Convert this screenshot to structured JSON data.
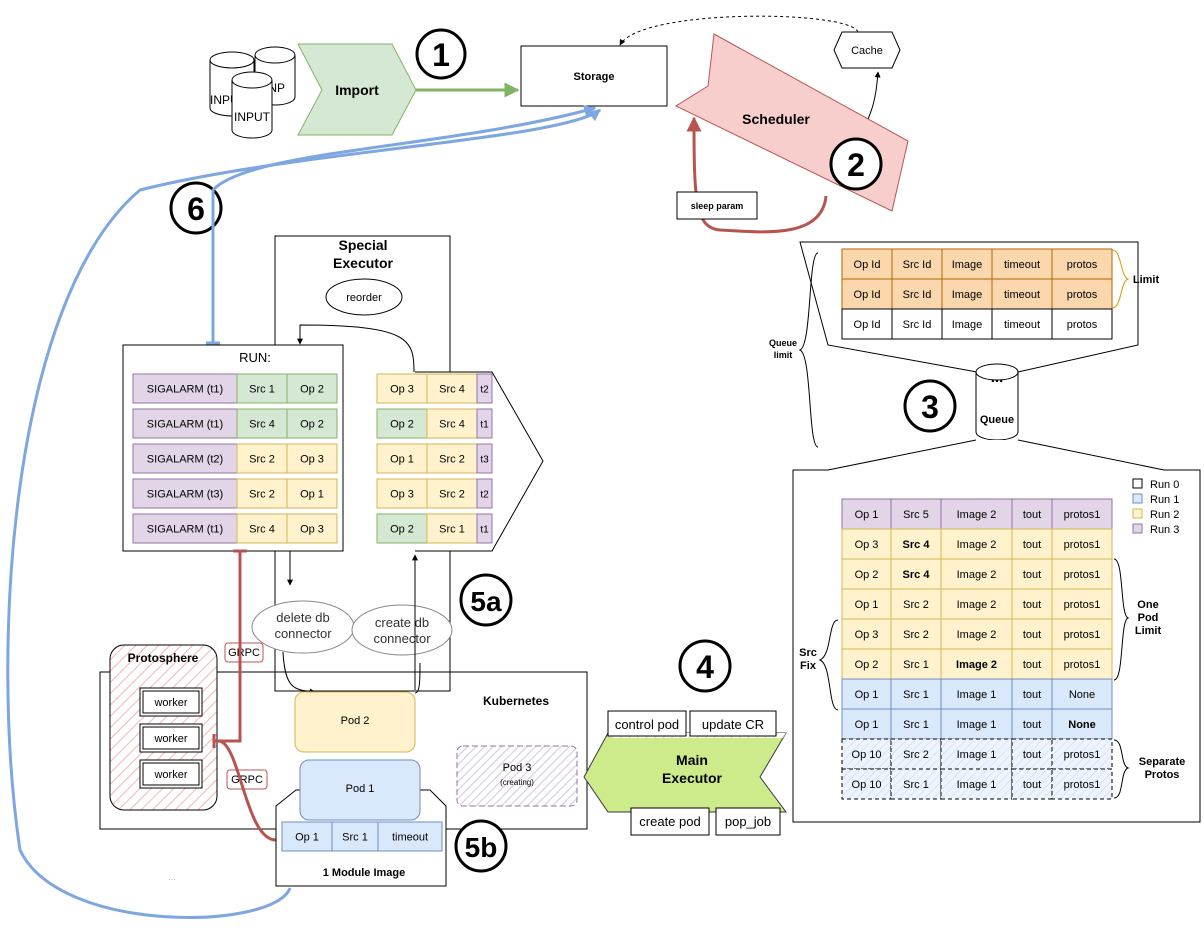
{
  "colors": {
    "green_fill": "#d5e8d4",
    "green_stroke": "#82b366",
    "purple_fill": "#e1d5e7",
    "purple_stroke": "#9673a6",
    "yellow_fill": "#fff2cc",
    "yellow_stroke": "#d6b656",
    "orange_fill": "#fad7ac",
    "orange_stroke": "#b46504",
    "blue_fill": "#dae8fc",
    "blue_stroke": "#6c8ebf",
    "red_fill": "#f8cecc",
    "red_stroke": "#b85450",
    "lime_fill": "#cdeb8b",
    "lime_stroke": "#36393d",
    "blue_line": "#7ea6e0"
  },
  "steps": {
    "s1": "1",
    "s2": "2",
    "s3": "3",
    "s4": "4",
    "s5a": "5a",
    "s5b": "5b",
    "s6": "6"
  },
  "top": {
    "input1": "INP",
    "input2": "INPUT",
    "input3": "INPUT",
    "import": "Import",
    "storage": "Storage",
    "cache": "Cache",
    "scheduler": "Scheduler",
    "sleep_param": "sleep param"
  },
  "special_executor": {
    "title1": "Special",
    "title2": "Executor",
    "reorder": "reorder",
    "run_label": "RUN:",
    "run_rows": [
      [
        "SIGALARM (t1)",
        "Src 1",
        "Op 2"
      ],
      [
        "SIGALARM (t1)",
        "Src 4",
        "Op 2"
      ],
      [
        "SIGALARM (t2)",
        "Src 2",
        "Op 3"
      ],
      [
        "SIGALARM (t3)",
        "Src 2",
        "Op 1"
      ],
      [
        "SIGALARM (t1)",
        "Src 4",
        "Op 3"
      ]
    ],
    "pending_rows": [
      [
        "Op 3",
        "Src 4",
        "t2"
      ],
      [
        "Op 2",
        "Src 4",
        "t1"
      ],
      [
        "Op 1",
        "Src 2",
        "t3"
      ],
      [
        "Op 3",
        "Src 2",
        "t2"
      ],
      [
        "Op 2",
        "Src 1",
        "t1"
      ]
    ],
    "delete_db1": "delete db",
    "delete_db2": "connector",
    "create_db1": "create db",
    "create_db2": "connector"
  },
  "cluster": {
    "kubernetes": "Kubernetes",
    "protosphere": "Protosphere",
    "workers": [
      "worker",
      "worker",
      "worker"
    ],
    "grpc1": "GRPC",
    "grpc2": "GRPC",
    "pod1": "Pod 1",
    "pod2": "Pod 2",
    "pod3": "Pod 3",
    "pod3_sub": "(creating)",
    "module_row": [
      "Op 1",
      "Src 1",
      "timeout"
    ],
    "module_image": "1 Module Image",
    "dots": "..."
  },
  "main_executor": {
    "title1": "Main",
    "title2": "Executor",
    "control_pod": "control pod",
    "update_cr": "update CR",
    "create_pod": "create pod",
    "pop_job": "pop_job"
  },
  "queue": {
    "name": "Queue",
    "queue_limit1": "Queue",
    "queue_limit2": "limit",
    "limit": "Limit",
    "dots": "...",
    "top_rows": [
      [
        "Op Id",
        "Src Id",
        "Image",
        "timeout",
        "protos"
      ],
      [
        "Op Id",
        "Src Id",
        "Image",
        "timeout",
        "protos"
      ],
      [
        "Op Id",
        "Src Id",
        "Image",
        "timeout",
        "protos"
      ]
    ],
    "legend": [
      "Run 0",
      "Run 1",
      "Run 2",
      "Run 3"
    ],
    "rows": [
      [
        "Op 1",
        "Src 5",
        "Image 2",
        "tout",
        "protos1"
      ],
      [
        "Op 3",
        "Src 4",
        "Image 2",
        "tout",
        "protos1"
      ],
      [
        "Op 2",
        "Src 4",
        "Image 2",
        "tout",
        "protos1"
      ],
      [
        "Op 1",
        "Src 2",
        "Image 2",
        "tout",
        "protos1"
      ],
      [
        "Op 3",
        "Src 2",
        "Image 2",
        "tout",
        "protos1"
      ],
      [
        "Op 2",
        "Src 1",
        "Image 2",
        "tout",
        "protos1"
      ],
      [
        "Op 1",
        "Src 1",
        "Image 1",
        "tout",
        "None"
      ],
      [
        "Op 1",
        "Src 1",
        "Image 1",
        "tout",
        "None"
      ],
      [
        "Op 10",
        "Src 2",
        "Image 1",
        "tout",
        "protos1"
      ],
      [
        "Op 10",
        "Src 1",
        "Image 1",
        "tout",
        "protos1"
      ]
    ],
    "one_pod1": "One",
    "one_pod2": "Pod",
    "one_pod3": "Limit",
    "src_fix1": "Src",
    "src_fix2": "Fix",
    "separate1": "Separate",
    "separate2": "Protos"
  }
}
